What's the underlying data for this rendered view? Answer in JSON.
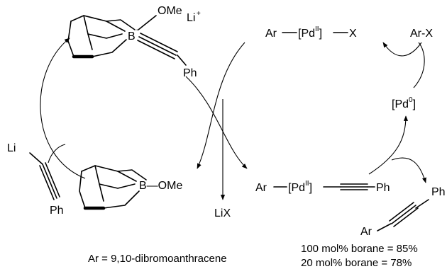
{
  "top_left": {
    "ome": "OMe",
    "boron": "B",
    "charge": "-",
    "li_plus": "Li",
    "li_sup": "+",
    "ph": "Ph"
  },
  "bottom_left": {
    "boron_ome": "B—OMe"
  },
  "li_reagent": {
    "li": "Li",
    "ph": "Ph"
  },
  "pd_x": {
    "ar": "Ar",
    "pd": "[Pd",
    "sup": "II",
    "close": "]",
    "x": "X"
  },
  "ar_x": "Ar-X",
  "pd0": {
    "open": "[Pd",
    "sup": "0",
    "close": "]"
  },
  "pd_alkyne": {
    "ar": "Ar",
    "pd": "[Pd",
    "sup": "II",
    "close": "]",
    "ph": "Ph"
  },
  "lix": "LiX",
  "product": {
    "ph": "Ph",
    "ar": "Ar"
  },
  "footnote_ar": "Ar = 9,10-dibromoanthracene",
  "yields": [
    "100 mol% borane = 85%",
    "20 mol% borane = 78%"
  ]
}
